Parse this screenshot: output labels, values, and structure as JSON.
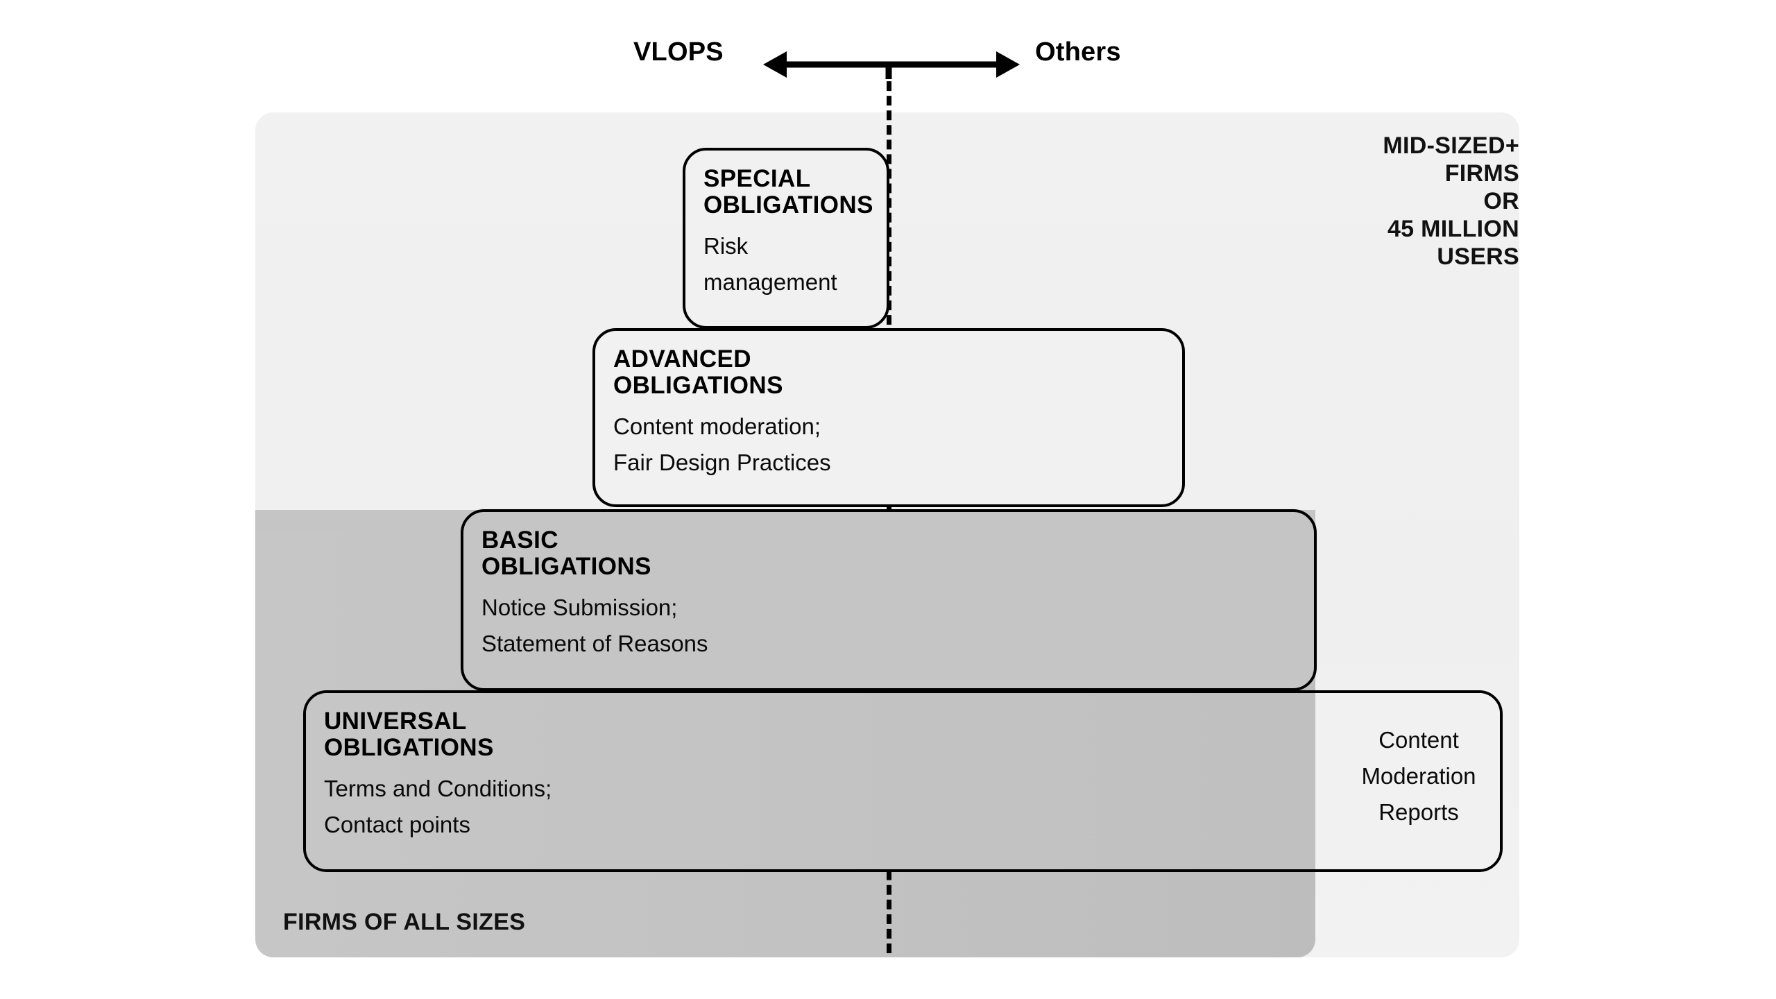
{
  "axis": {
    "left_label": "VLOPS",
    "right_label": "Others",
    "arrow_icon": "double-headed-arrow-icon"
  },
  "scopes": {
    "upper": "MID-SIZED+\nFIRMS\nOR\n45 MILLION\nUSERS",
    "lower": "FIRMS OF ALL SIZES"
  },
  "boxes": [
    {
      "id": "special",
      "title": "SPECIAL\nOBLIGATIONS",
      "description": "Risk\nmanagement"
    },
    {
      "id": "advanced",
      "title": "ADVANCED\nOBLIGATIONS",
      "description": "Content moderation;\nFair Design Practices"
    },
    {
      "id": "basic",
      "title": "BASIC\nOBLIGATIONS",
      "description": "Notice Submission;\nStatement of Reasons"
    },
    {
      "id": "universal",
      "title": "UNIVERSAL\nOBLIGATIONS",
      "description": "Terms and Conditions;\nContact points",
      "side_note": "Content\nModeration\nReports"
    }
  ],
  "colors": {
    "band_light": "#f1f1f1",
    "band_gray": "#c3c3c3",
    "stroke": "#000000",
    "page_background": "#ffffff"
  }
}
